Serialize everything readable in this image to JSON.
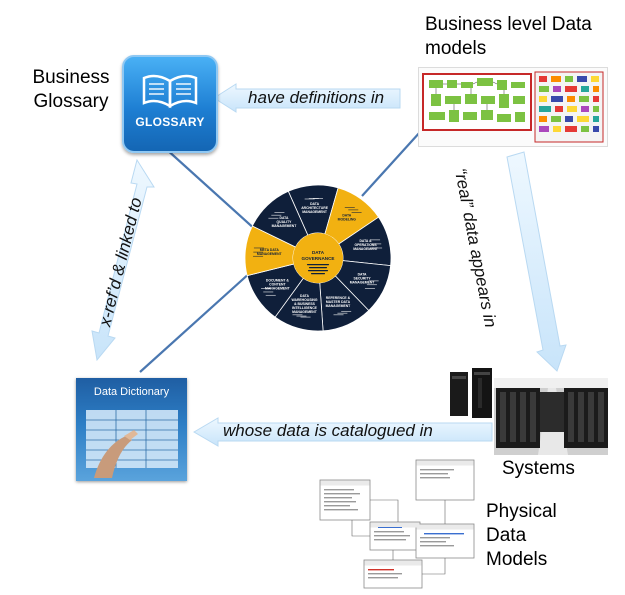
{
  "nodes": {
    "business_glossary": {
      "line1": "Business",
      "line2": "Glossary",
      "icon_text": "GLOSSARY"
    },
    "business_models": {
      "line1": "Business level Data",
      "line2": "models"
    },
    "systems": {
      "label": "Systems"
    },
    "physical_models": {
      "line1": "Physical",
      "line2": "Data",
      "line3": "Models"
    },
    "data_dictionary": {
      "title": "Data Dictionary"
    }
  },
  "arrows": {
    "definitions": "have definitions in",
    "real_data": "“real” data appears in",
    "catalogued": "whose data is catalogued in",
    "xref": "x-ref’d & linked to"
  },
  "wheel": {
    "center": "DATA GOVERNANCE",
    "segments": [
      "DATA ARCHITECTURE MANAGEMENT",
      "DATA MODELING",
      "DATA & OPERATIONS MANAGEMENT",
      "DATA SECURITY MANAGEMENT",
      "REFERENCE & MASTER DATA MANAGEMENT",
      "DATA WAREHOUSING & BUSINESS INTELLIGENCE MANAGEMENT",
      "DOCUMENT & CONTENT MANAGEMENT",
      "META DATA MANAGEMENT",
      "DATA QUALITY MANAGEMENT"
    ]
  },
  "colors": {
    "arrow_fill": "#dcefff",
    "connector": "#4a77b0",
    "wheel_dark": "#0f1f3a",
    "wheel_gold": "#f2b111",
    "glossary_blue": "#1e7fd3"
  }
}
